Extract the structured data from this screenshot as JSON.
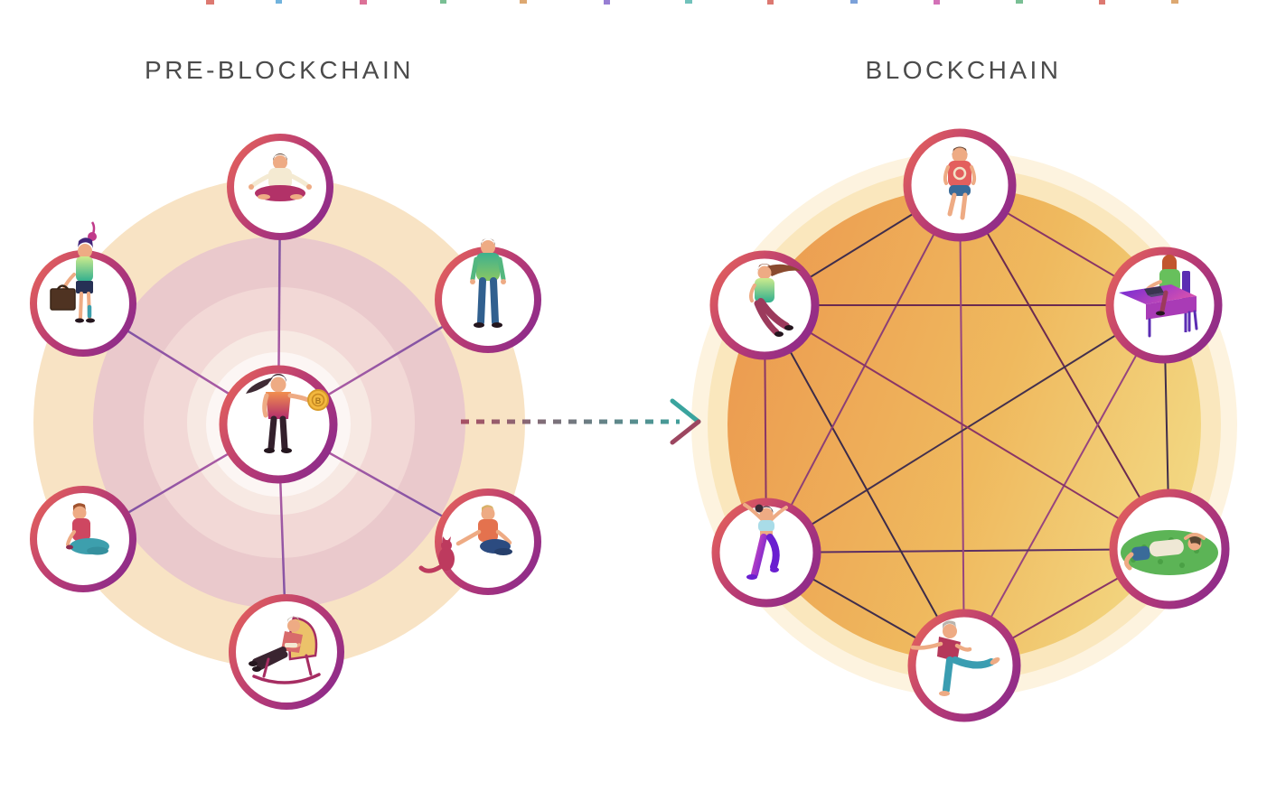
{
  "page": {
    "background": "#ffffff"
  },
  "left_diagram": {
    "title": "PRE-BLOCKCHAIN",
    "topology": "centralized hub-and-spoke network",
    "hub": {
      "description": "central intermediary woman holding a bitcoin coin",
      "coin_symbol": "B"
    },
    "nodes": [
      "person meditating in lotus pose",
      "businesswoman standing with briefcase",
      "man standing",
      "person kneeling on the ground",
      "person kneeling petting a cat",
      "elderly person reading in rocking chair"
    ]
  },
  "right_diagram": {
    "title": "BLOCKCHAIN",
    "topology": "decentralized peer-to-peer full mesh network",
    "nodes": [
      "person sitting seen from behind",
      "woman working at desk with laptop",
      "person lounging on patterned mat",
      "elderly man running",
      "woman dancing with arms raised",
      "woman sitting with flowing hair"
    ]
  },
  "transition_arrow": {
    "style": "dashed",
    "direction": "left-to-right",
    "color_start": "#a84f63",
    "color_end": "#3aa49e"
  },
  "palette": {
    "ring_gradient_start": "#e2605c",
    "ring_gradient_mid": "#b73a74",
    "ring_gradient_end": "#8b2a8c",
    "left_bg_outer_peach": "#f8e3c4",
    "left_bg_pink": "#eac9cc",
    "left_bg_light_pink": "#f2d8d6",
    "right_bg_outer": "#fdf3df",
    "right_bg_mid": "#fae7bd",
    "right_disc_orange": "#ec9b50",
    "right_disc_yellow": "#f3d984",
    "spoke_color": "#5f55a5",
    "title_color": "#4b4b4b",
    "bitcoin_gold": "#f3b83e"
  }
}
